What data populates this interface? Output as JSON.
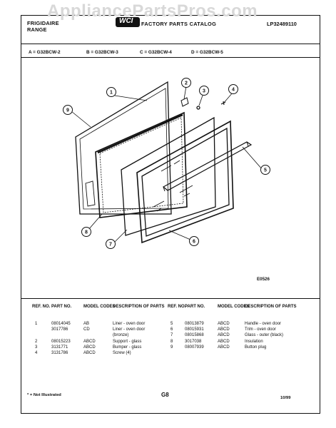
{
  "header": {
    "brand_line1": "FRIGIDAIRE",
    "brand_line2": "RANGE",
    "catalog_title": "FACTORY PARTS CATALOG",
    "catalog_number": "LP32489110",
    "logo_text": "WCI",
    "watermark": "AppliancePartsPros.com"
  },
  "models": [
    "A = G32BCW-2",
    "B = G32BCW-3",
    "C = G32BCW-4",
    "D = G32BCW-5"
  ],
  "diagram": {
    "callouts": [
      "1",
      "2",
      "3",
      "4",
      "9",
      "5",
      "8",
      "7",
      "6"
    ],
    "figure_code": "E0526"
  },
  "table": {
    "headers": [
      "REF. NO.",
      "PART NO.",
      "MODEL CODES",
      "DESCRIPTION OF PARTS"
    ],
    "left_rows": [
      {
        "ref": "1",
        "part": "08014045",
        "codes": "AB",
        "desc": "Liner - oven door"
      },
      {
        "ref": "",
        "part": "3017786",
        "codes": "CD",
        "desc": "Liner - oven door"
      },
      {
        "ref": "",
        "part": "",
        "codes": "",
        "desc": "(bronze)"
      },
      {
        "ref": "2",
        "part": "08015223",
        "codes": "ABCD",
        "desc": "Support - glass"
      },
      {
        "ref": "3",
        "part": "3131771",
        "codes": "ABCD",
        "desc": "Bumper - glass"
      },
      {
        "ref": "4",
        "part": "3131786",
        "codes": "ABCD",
        "desc": "Screw (4)"
      }
    ],
    "right_rows": [
      {
        "ref": "5",
        "part": "08013879",
        "codes": "ABCD",
        "desc": "Handle - oven door"
      },
      {
        "ref": "6",
        "part": "08015931",
        "codes": "ABCD",
        "desc": "Trim - oven door"
      },
      {
        "ref": "7",
        "part": "08015868",
        "codes": "ABCD",
        "desc": "Glass - outer (black)"
      },
      {
        "ref": "8",
        "part": "3017038",
        "codes": "ABCD",
        "desc": "Insulation"
      },
      {
        "ref": "9",
        "part": "08007939",
        "codes": "ABCD",
        "desc": "Button plug"
      }
    ]
  },
  "footer": {
    "note": "* = Not Illustrated",
    "page": "G8",
    "date": "10/99"
  }
}
